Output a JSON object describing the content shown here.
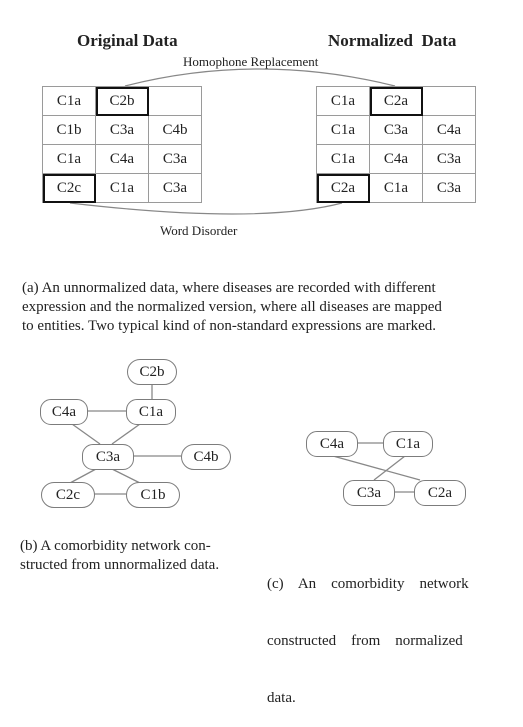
{
  "panel_a": {
    "left_title": "Original Data",
    "right_title": "Normalized  Data",
    "top_link_label": "Homophone Replacement",
    "bottom_link_label": "Word Disorder",
    "original_rows": [
      [
        "C1a",
        "C2b",
        ""
      ],
      [
        "C1b",
        "C3a",
        "C4b"
      ],
      [
        "C1a",
        "C4a",
        "C3a"
      ],
      [
        "C2c",
        "C1a",
        "C3a"
      ]
    ],
    "normalized_rows": [
      [
        "C1a",
        "C2a",
        ""
      ],
      [
        "C1a",
        "C3a",
        "C4a"
      ],
      [
        "C1a",
        "C4a",
        "C3a"
      ],
      [
        "C2a",
        "C1a",
        "C3a"
      ]
    ],
    "caption": [
      "(a)  An unnormalized data, where diseases are recorded with different",
      "expression and the normalized version, where all diseases are mapped",
      "to entities. Two typical kind of non-standard expressions are marked."
    ]
  },
  "panel_b": {
    "nodes": {
      "c2b": "C2b",
      "c4a": "C4a",
      "c1a": "C1a",
      "c3a": "C3a",
      "c4b": "C4b",
      "c2c": "C2c",
      "c1b": "C1b"
    },
    "caption": [
      "(b)  A comorbidity network con-",
      "structed from unnormalized data."
    ]
  },
  "panel_c": {
    "nodes": {
      "c4a": "C4a",
      "c1a": "C1a",
      "c3a": "C3a",
      "c2a": "C2a"
    },
    "caption": [
      "(c)    An    comorbidity    network",
      "constructed    from    normalized",
      "data."
    ]
  }
}
